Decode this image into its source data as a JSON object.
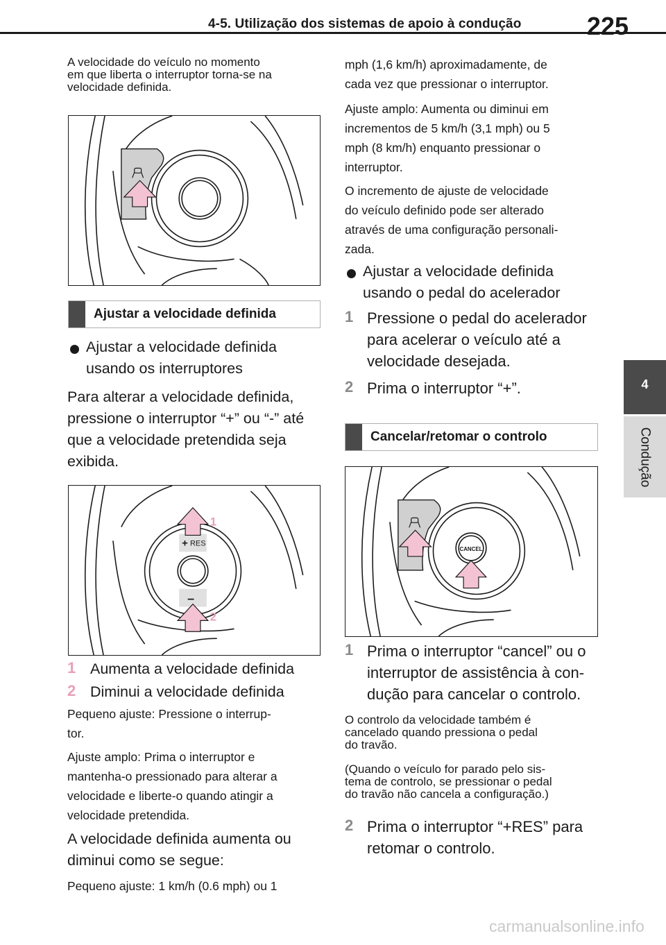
{
  "header": {
    "title": "4-5. Utilização dos sistemas de apoio à condução",
    "page_number": "225"
  },
  "side_tab": {
    "chapter_number": "4",
    "chapter_label": "Condução"
  },
  "left": {
    "intro_lines": [
      "A velocidade do veículo no momento",
      "em que liberta o interruptor torna-se na",
      "velocidade definida."
    ],
    "section1_title": "Ajustar a velocidade definida",
    "bullet1_lines": [
      "Ajustar a velocidade definida",
      "usando os interruptores"
    ],
    "para1_lines": [
      "Para alterar a velocidade definida,",
      "pressione o interruptor “+” ou “-” até",
      "que a velocidade pretendida seja",
      "exibida."
    ],
    "fig2_labels": {
      "res": "RES",
      "plus": "+",
      "minus": "–",
      "callout1": "1",
      "callout2": "2"
    },
    "steps": [
      {
        "num": "1",
        "text": "Aumenta a velocidade definida"
      },
      {
        "num": "2",
        "text": "Diminui a velocidade definida"
      }
    ],
    "small_lines_a": [
      "Pequeno ajuste: Pressione o interrup-",
      "tor."
    ],
    "small_lines_b": [
      "Ajuste amplo: Prima o interruptor e",
      "mantenha-o pressionado para alterar a",
      "velocidade e liberte-o quando atingir a",
      "velocidade pretendida."
    ],
    "para2_lines": [
      "A velocidade definida aumenta ou",
      "diminui como se segue:"
    ],
    "small_line_c": "Pequeno ajuste: 1 km/h (0.6 mph) ou 1"
  },
  "right": {
    "cont_lines": [
      "mph (1,6 km/h) aproximadamente, de",
      "cada vez que pressionar o interruptor."
    ],
    "amplo_lines": [
      "Ajuste amplo: Aumenta ou diminui em",
      "incrementos de 5 km/h (3,1 mph) ou 5",
      "mph (8 km/h) enquanto pressionar o",
      "interruptor."
    ],
    "incremento_lines": [
      "O incremento de ajuste de velocidade",
      "do veículo definido pode ser alterado",
      "através de uma configuração personali-",
      "zada."
    ],
    "bullet2_lines": [
      "Ajustar a velocidade definida",
      "usando o pedal do acelerador"
    ],
    "pedal_steps": [
      {
        "num": "1",
        "lines": [
          "Pressione o pedal do acelerador",
          "para acelerar o veículo até a",
          "velocidade desejada."
        ]
      },
      {
        "num": "2",
        "lines": [
          "Prima o interruptor “+”."
        ]
      }
    ],
    "section2_title": "Cancelar/retomar o controlo",
    "fig3_cancel_label": "CANCEL",
    "cancel_steps": [
      {
        "num": "1",
        "lines": [
          "Prima o interruptor “cancel” ou o",
          "interruptor de assistência à con-",
          "dução para cancelar o controlo."
        ]
      }
    ],
    "note_lines_a": [
      "O controlo da velocidade também é",
      "cancelado quando pressiona o pedal",
      "do travão."
    ],
    "note_lines_b": [
      "(Quando o veículo for parado pelo sis-",
      "tema de controlo, se pressionar o pedal",
      "do travão não cancela a configuração.)"
    ],
    "resume_step": {
      "num": "2",
      "lines": [
        "Prima o interruptor “+RES” para",
        "retomar o controlo."
      ]
    }
  },
  "watermark": "carmanualsonline.info",
  "colors": {
    "arrow_pink": "#f3c3d4",
    "callout_pink": "#e8a0b8",
    "tab_dark": "#4a4a4a",
    "tab_light": "#d9d9d9"
  }
}
